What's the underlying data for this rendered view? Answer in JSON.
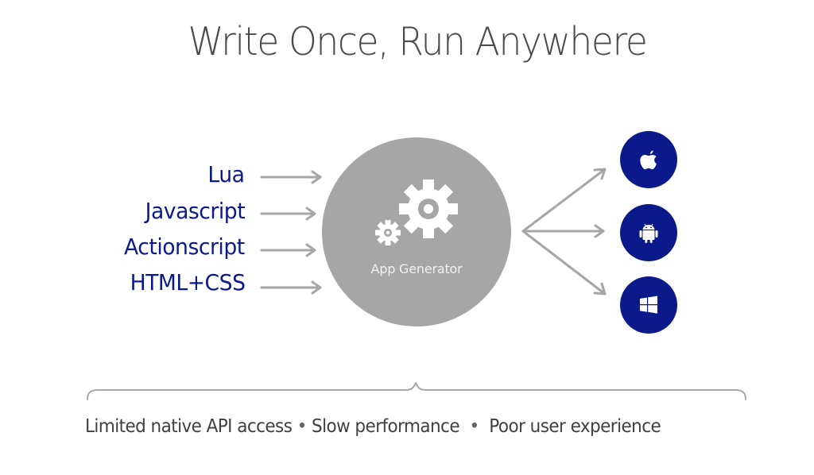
{
  "title": "Write Once, Run Anywhere",
  "inputs": {
    "languages": [
      "Lua",
      "Javascript",
      "Actionscript",
      "HTML+CSS"
    ],
    "text_color": "#0a1a8c"
  },
  "generator": {
    "label": "App Generator",
    "icon": "gears-icon",
    "circle_color": "#a6a6a6"
  },
  "outputs": {
    "platforms": [
      {
        "name": "iOS",
        "icon": "apple-icon"
      },
      {
        "name": "Android",
        "icon": "android-icon"
      },
      {
        "name": "Windows",
        "icon": "windows-icon"
      }
    ],
    "circle_color": "#0b1a8a"
  },
  "arrows": {
    "color": "#a6a6a6"
  },
  "footer": {
    "items": [
      "Limited native API access",
      "Slow performance",
      "Poor user experience"
    ],
    "separator": "•"
  }
}
